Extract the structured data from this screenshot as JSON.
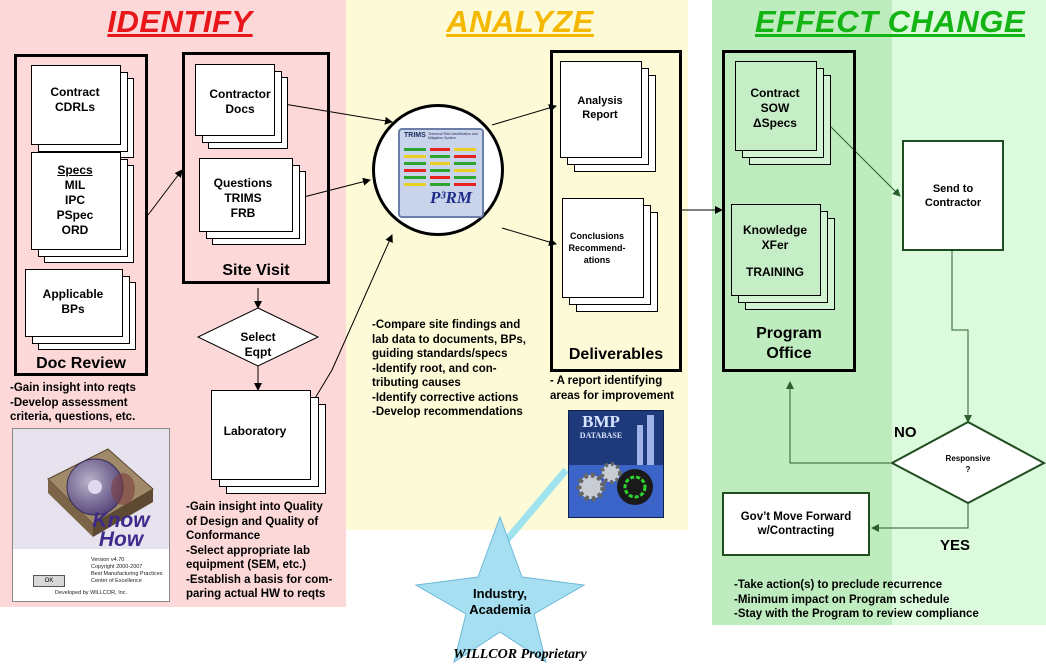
{
  "sections": {
    "identify": {
      "title": "IDENTIFY",
      "color": "#e8151b"
    },
    "analyze": {
      "title": "ANALYZE",
      "color": "#f5b800"
    },
    "effect_change": {
      "title": "EFFECT CHANGE",
      "color": "#15b415"
    }
  },
  "identify": {
    "doc_review": {
      "label": "Doc Review",
      "docs": [
        {
          "line1": "Contract",
          "line2": "CDRLs"
        },
        {
          "line1": "Specs",
          "line2": "MIL",
          "line3": "IPC",
          "line4": "PSpec",
          "line5": "ORD"
        },
        {
          "line1": "Applicable",
          "line2": "BPs"
        }
      ]
    },
    "site_visit": {
      "label": "Site Visit",
      "docs": [
        {
          "line1": "Contractor",
          "line2": "Docs"
        },
        {
          "line1": "Questions",
          "line2": "TRIMS",
          "line3": "FRB"
        }
      ]
    },
    "select_eqpt": {
      "line1": "Select",
      "line2": "Eqpt"
    },
    "laboratory": "Laboratory",
    "doc_review_notes": [
      "-Gain insight  into reqts",
      "-Develop assessment",
      "criteria, questions,  etc."
    ],
    "lab_notes": [
      "-Gain insight  into Quality",
      "of Design and Quality of",
      "Conformance",
      "-Select appropriate lab",
      "equipment (SEM, etc.)",
      "-Establish a basis for com-",
      "paring actual HW to reqts"
    ],
    "knowhow": {
      "logo": "Know How",
      "version": "Version v4.70",
      "copyright": "Copyright 2000-2007",
      "org1": "Best Manufacturing Practices",
      "org2": "Center of Excellence",
      "ok": "OK",
      "developer": "Developed by WILLCOR, Inc."
    }
  },
  "analyze": {
    "trims": {
      "label": "TRIMS",
      "sub": "Technical Risk Identification and Mitigation System",
      "logo": "P³RM"
    },
    "notes": [
      "-Compare site findings  and",
      "lab data to documents, BPs,",
      "guiding standards/specs",
      "-Identify root, and con-",
      "tributing causes",
      "-Identify corrective actions",
      "-Develop recommendations"
    ],
    "deliverables": {
      "label": "Deliverables",
      "docs": [
        {
          "line1": "Analysis",
          "line2": "Report"
        },
        {
          "line1": "Conclusions",
          "line2": "Recommend-",
          "line3": "ations"
        }
      ],
      "notes": [
        "-  A report identifying",
        "areas for improvement"
      ]
    },
    "bmp": {
      "line1": "BMP",
      "line2": "DATABASE"
    },
    "industry": {
      "line1": "Industry,",
      "line2": "Academia"
    },
    "proprietary": "WILLCOR Proprietary"
  },
  "effect_change": {
    "program_office": {
      "line1": "Program",
      "line2": "Office",
      "docs": [
        {
          "line1": "Contract",
          "line2": "SOW",
          "line3": "ΔSpecs"
        },
        {
          "line1": "Knowledge",
          "line2": "XFer",
          "line3": "TRAINING"
        }
      ]
    },
    "send": {
      "line1": "Send to",
      "line2": "Contractor"
    },
    "decision": {
      "line1": "Responsive",
      "line2": "?"
    },
    "no": "NO",
    "yes": "YES",
    "gov": {
      "line1": "Gov’t Move Forward",
      "line2": "w/Contracting"
    },
    "notes": [
      "-Take action(s) to preclude recurrence",
      "-Minimum impact on Program schedule",
      "-Stay with the Program to review compliance"
    ]
  }
}
